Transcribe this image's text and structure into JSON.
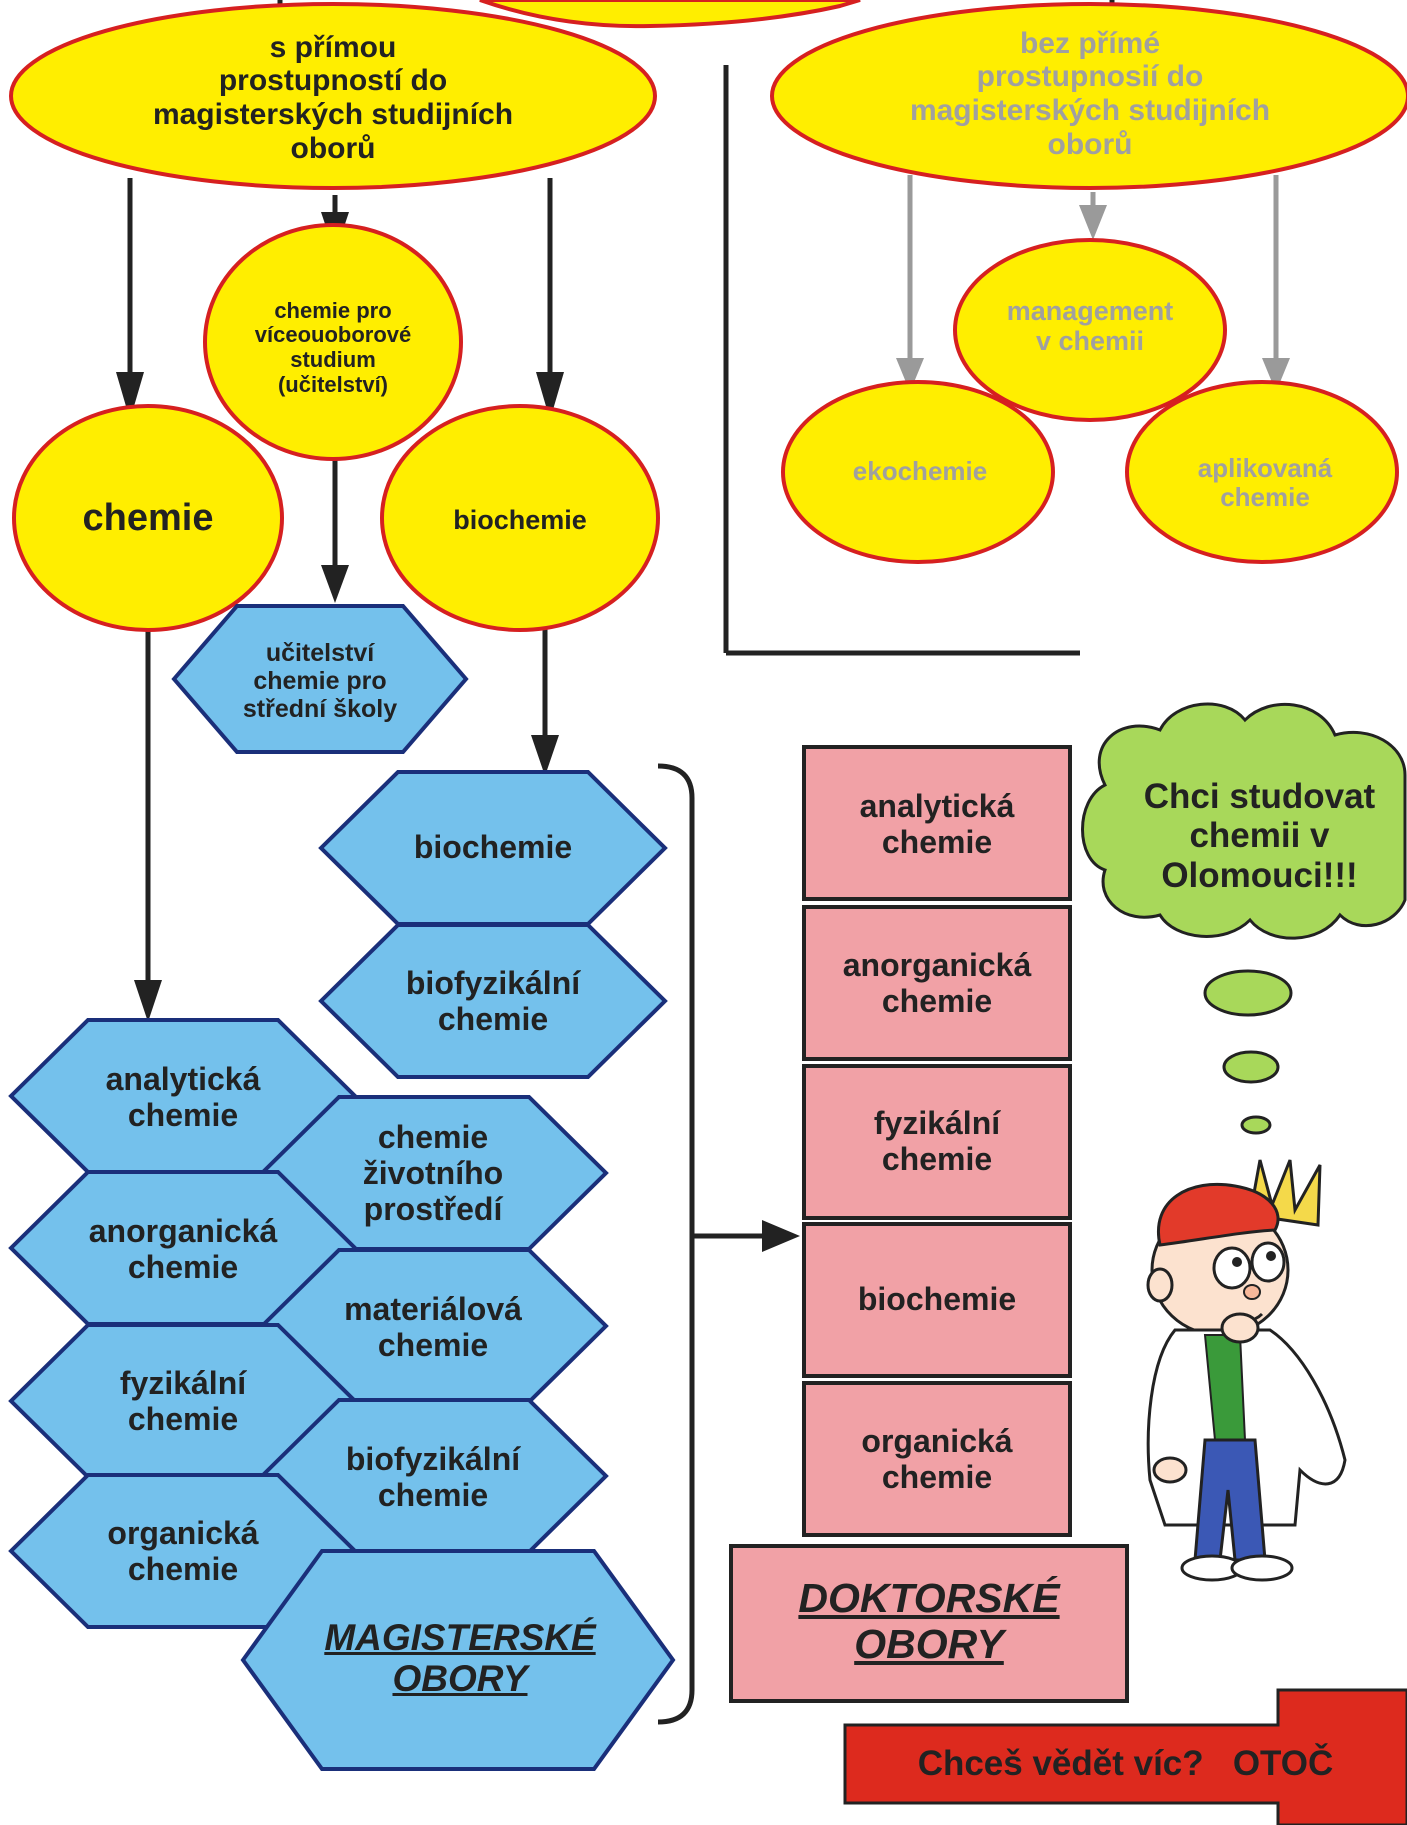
{
  "colors": {
    "ellipse_fill": "#ffee00",
    "ellipse_stroke": "#d62020",
    "hex_fill": "#74c1ec",
    "hex_stroke": "#1a2f7a",
    "rect_fill": "#f1a1a6",
    "cloud_fill": "#a8d85a",
    "arrow_fill": "#dd2a1e",
    "grey_text": "#a0a0a0"
  },
  "ovals": {
    "direct": [
      "s přímou",
      "prostupností do",
      "magisterských studijních",
      "oborů"
    ],
    "indirect": [
      "bez přímé",
      "prostupnosií do",
      "magisterských studijních",
      "oborů"
    ],
    "teaching": [
      "chemie pro",
      "víceouoborové",
      "studium",
      "(učitelství)"
    ],
    "chemie": "chemie",
    "biochemie": "biochemie",
    "management": [
      "management",
      "v chemii"
    ],
    "ekochemie": "ekochemie",
    "aplikovana": [
      "aplikovaná",
      "chemie"
    ]
  },
  "hexes": {
    "ucitelstvi": [
      "učitelství",
      "chemie pro",
      "střední školy"
    ],
    "biochemie": [
      "biochemie"
    ],
    "biofyzikalni_top": [
      "biofyzikální",
      "chemie"
    ],
    "analyticka": [
      "analytická",
      "chemie"
    ],
    "zivotniho": [
      "chemie",
      "životního",
      "prostředí"
    ],
    "anorganicka": [
      "anorganická",
      "chemie"
    ],
    "materialova": [
      "materiálová",
      "chemie"
    ],
    "fyzikalni": [
      "fyzikální",
      "chemie"
    ],
    "biofyzikalni": [
      "biofyzikální",
      "chemie"
    ],
    "organicka": [
      "organická",
      "chemie"
    ],
    "magisterske": [
      "MAGISTERSKÉ",
      "OBORY"
    ]
  },
  "doctoral": {
    "items": [
      [
        "analytická",
        "chemie"
      ],
      [
        "anorganická",
        "chemie"
      ],
      [
        "fyzikální",
        "chemie"
      ],
      [
        "biochemie"
      ],
      [
        "organická",
        "chemie"
      ]
    ],
    "title": [
      "DOKTORSKÉ",
      "OBORY"
    ]
  },
  "cloud": [
    "Chci studovat",
    "chemii v",
    "Olomouci!!!"
  ],
  "footer_arrow": {
    "text": "Chceš vědět víc?   OTOČ"
  }
}
